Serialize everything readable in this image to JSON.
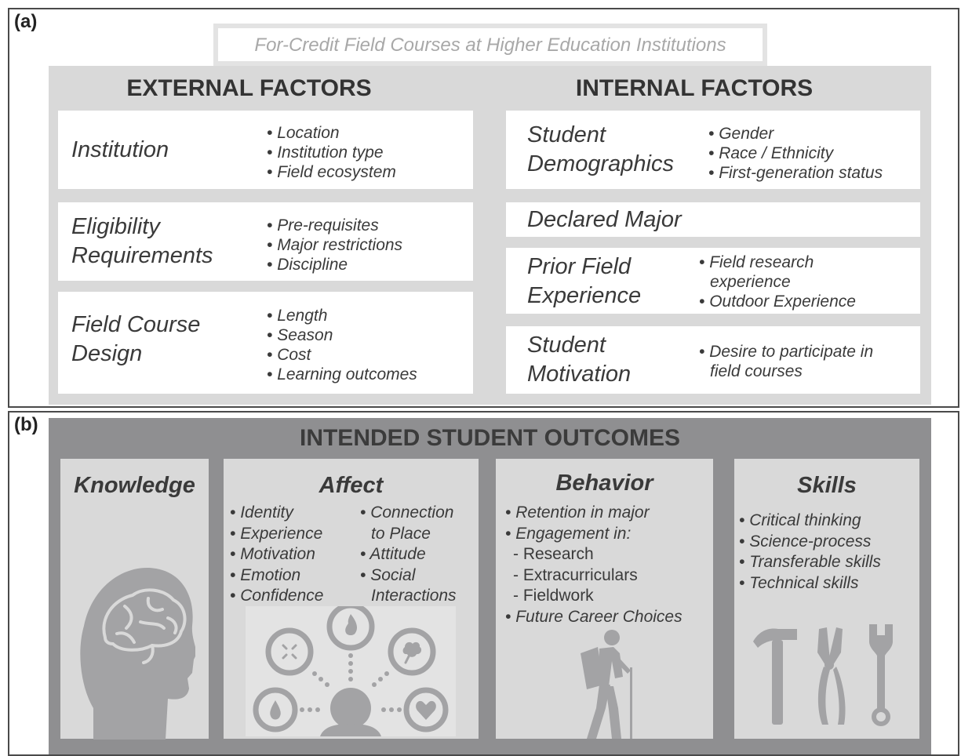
{
  "panel_a": {
    "label": "(a)",
    "banner": "For-Credit Field Courses at Higher Education Institutions",
    "external": {
      "heading": "EXTERNAL FACTORS",
      "boxes": [
        {
          "title": "Institution",
          "items": [
            "Location",
            "Institution type",
            "Field ecosystem"
          ]
        },
        {
          "title_lines": [
            "Eligibility",
            "Requirements"
          ],
          "items": [
            "Pre-requisites",
            "Major restrictions",
            "Discipline"
          ]
        },
        {
          "title_lines": [
            "Field Course",
            "Design"
          ],
          "items": [
            "Length",
            "Season",
            "Cost",
            "Learning outcomes"
          ]
        }
      ]
    },
    "internal": {
      "heading": "INTERNAL FACTORS",
      "boxes": [
        {
          "title_lines": [
            "Student",
            "Demographics"
          ],
          "items": [
            "Gender",
            "Race / Ethnicity",
            "First-generation status"
          ]
        },
        {
          "title": "Declared Major"
        },
        {
          "title_lines": [
            "Prior Field",
            "Experience"
          ],
          "items": [
            "Field research",
            "experience",
            "Outdoor Experience"
          ]
        },
        {
          "title_lines": [
            "Student",
            "Motivation"
          ],
          "items": [
            "Desire to participate in",
            "field courses"
          ]
        }
      ]
    }
  },
  "panel_b": {
    "label": "(b)",
    "heading": "INTENDED STUDENT OUTCOMES",
    "knowledge": {
      "title": "Knowledge",
      "icon": "brain-head-icon"
    },
    "affect": {
      "title": "Affect",
      "col1": [
        "Identity",
        "Experience",
        "Motivation",
        "Emotion",
        "Confidence"
      ],
      "col2": [
        "Connection",
        "to Place",
        "Attitude",
        "Social",
        "Interactions"
      ],
      "icon": "emotions-icon"
    },
    "behavior": {
      "title": "Behavior",
      "items": [
        "Retention in major",
        "Engagement in:",
        "Research",
        "Extracurriculars",
        "Fieldwork",
        "Future Career Choices"
      ],
      "icon": "hiker-icon"
    },
    "skills": {
      "title": "Skills",
      "items": [
        "Critical thinking",
        "Science-process",
        "Transferable skills",
        "Technical skills"
      ],
      "icon": "tools-icon"
    },
    "colors": {
      "panel_gray": "#8f8f91",
      "card_gray": "#d9d9d9",
      "icon_gray": "#a3a3a5"
    }
  }
}
